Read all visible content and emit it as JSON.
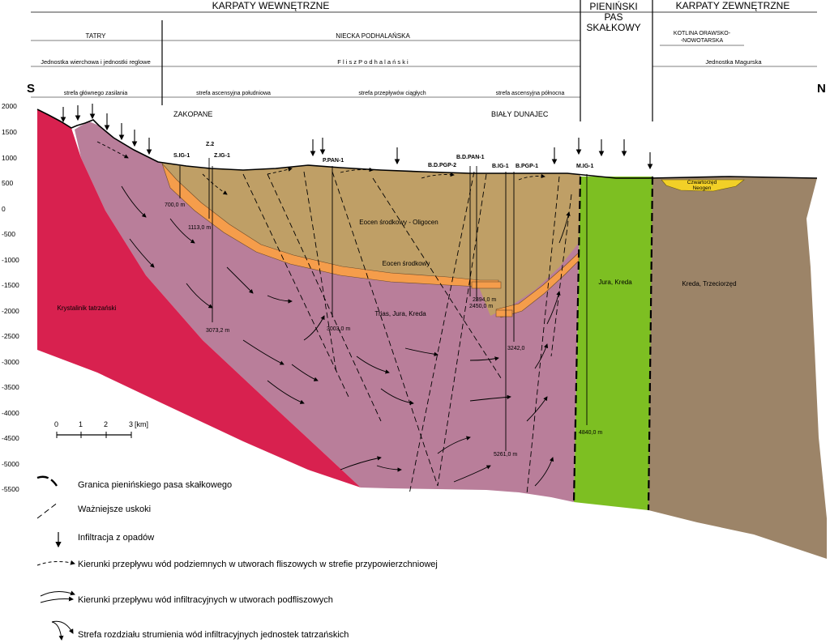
{
  "header": {
    "left_region": "KARPATY WEWNĘTRZNE",
    "center_region": [
      "PIENIŃSKI",
      "PAS",
      "SKAŁKOWY"
    ],
    "right_region": "KARPATY ZEWNĘTRZNE",
    "tatry": "TATRY",
    "niecka": "NIECKA PODHALAŃSKA",
    "kotlina": [
      "KOTLINA ORAWSKO-",
      "-NOWOTARSKA"
    ],
    "unit_tatry": "Jednostka wierchowa i jednostki reglowe",
    "unit_flisz": "F l i s z   P o d h a l a ń s k i",
    "unit_magura": "Jednostka Magurska",
    "zone1": "strefa głównego zasilania",
    "zone2": "strefa ascensyjna południowa",
    "zone3": "strefa przepływów ciągłych",
    "zone4": "strefa ascensyjna północna",
    "south": "S",
    "north": "N",
    "town_left": "ZAKOPANE",
    "town_right": "BIAŁY DUNAJEC"
  },
  "axis": {
    "ticks": [
      "2000",
      "1500",
      "1000",
      "500",
      "0",
      "-500",
      "-1000",
      "-1500",
      "-2000",
      "-2500",
      "-3000",
      "-3500",
      "-4000",
      "-4500",
      "-5000",
      "-5500"
    ]
  },
  "wells": [
    {
      "name": "S.IG-1",
      "depth": "700,0 m"
    },
    {
      "name": "Z.2",
      "depth": "1113,0 m"
    },
    {
      "name": "Z.IG-1",
      "depth": "3073,2 m"
    },
    {
      "name": "P.PAN-1",
      "depth": "3003,0 m"
    },
    {
      "name": "B.D.PGP-2",
      "depth": "2394,0 m"
    },
    {
      "name": "B.D.PAN-1",
      "depth": "2450,0 m"
    },
    {
      "name": "B.IG-1",
      "depth": "5261,0 m"
    },
    {
      "name": "B.PGP-1",
      "depth": "3242,0"
    },
    {
      "name": "M.IG-1",
      "depth": "4840,0 m"
    }
  ],
  "units": {
    "krystalinik": "Krystalinik tatrzański",
    "eocen_oligocen": "Eocen środkowy - Oligocen",
    "eocen": "Eocen środkowy",
    "trias": "Trias, Jura, Kreda",
    "jura": "Jura, Kreda",
    "kreda": "Kreda, Trzeciorzęd",
    "czwartorzed": "Czwartorzęd",
    "neogen": "Neogen"
  },
  "colors": {
    "krystalinik": "#d8214f",
    "trias": "#b97e9a",
    "eocen_oligocen": "#bf9f66",
    "eocen": "#f59d4b",
    "pieniny": "#7dbf22",
    "magura": "#9c8468",
    "czwartorzed": "#f2d027"
  },
  "scale": {
    "ticks": [
      "0",
      "1",
      "2",
      "3"
    ],
    "unit": "[km]"
  },
  "legend": [
    "Granica pienińskiego pasa skałkowego",
    "Ważniejsze uskoki",
    "Infiltracja z opadów",
    "Kierunki przepływu wód podziemnych w utworach fliszowych w strefie przypowierzchniowej",
    "Kierunki przepływu wód infiltracyjnych w utworach podfliszowych",
    "Strefa rozdziału strumienia wód infiltracyjnych jednostek tatrzańskich"
  ]
}
